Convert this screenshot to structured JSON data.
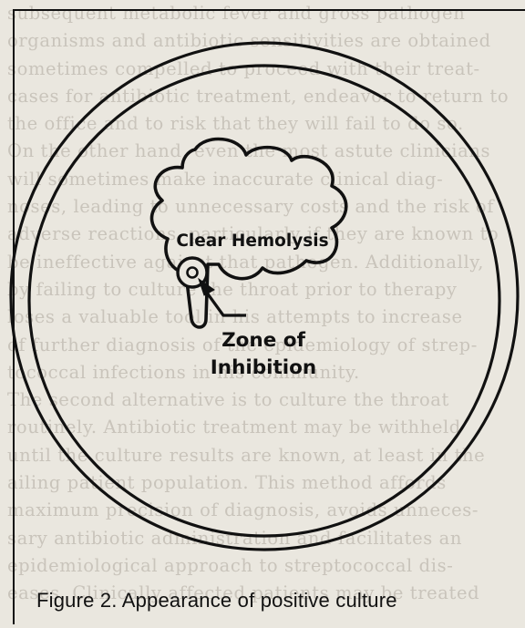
{
  "figure": {
    "label_hemolysis": "Clear Hemolysis",
    "label_inhibition_line1": "Zone of",
    "label_inhibition_line2": "Inhibition",
    "caption": "Figure 2. Appearance of positive culture"
  },
  "background_text": [
    "subsequent metabolic fever and gross pathogen",
    "organisms and antibiotic sensitivities are obtained",
    "sometimes compelled to proceed with their treat-",
    "cases for antibiotic treatment, endeavor to return to",
    "the office and to risk that they will fail to do so.",
    "On the other hand, even the most astute clinicians",
    "will sometimes make inaccurate clinical diag-",
    "noses, leading to unnecessary costs and the risk of",
    "adverse reactions, particularly if they are known to",
    "be ineffective against that pathogen. Additionally,",
    "by failing to culture the throat prior to therapy",
    "loses a valuable tool in his attempts to increase",
    "of further diagnosis of the epidemiology of strep-",
    "tococcal infections in his community.",
    "   The second alternative is to culture the throat",
    "routinely. Antibiotic treatment may be withheld",
    "until the culture results are known, at least in the",
    "ailing patient population. This method affords",
    "maximum precision of diagnosis, avoids unneces-",
    "sary antibiotic administration and facilitates an",
    "epidemiological approach to streptococcal dis-",
    "eases. Clinically affected patients may be treated"
  ],
  "colors": {
    "ink": "#111111",
    "paper": "#eae7df",
    "bleed_text": "#c9c4bb"
  }
}
